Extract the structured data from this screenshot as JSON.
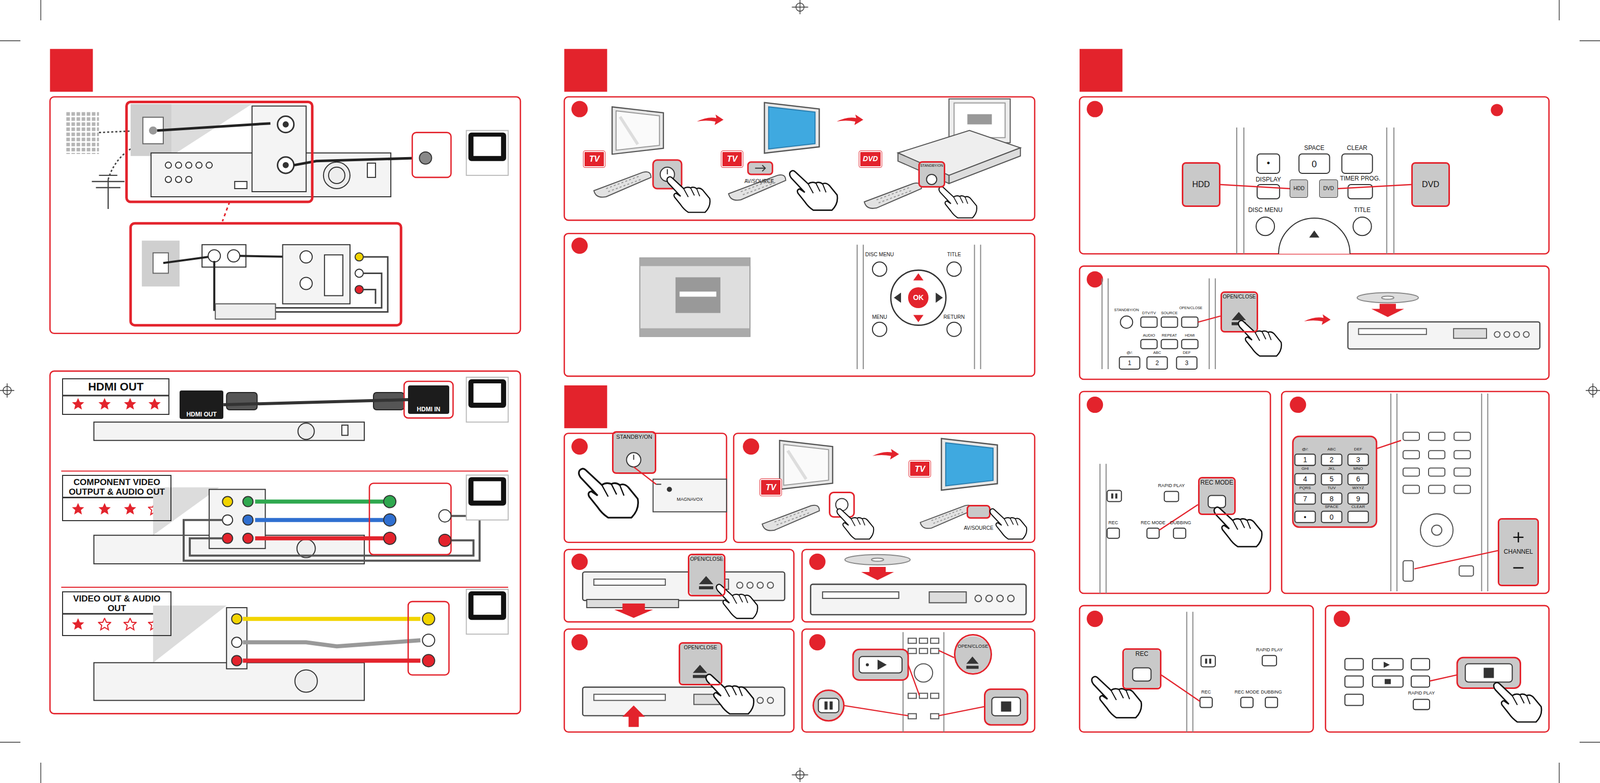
{
  "diagram": {
    "nodes": [
      {
        "text": [
          "HDMI OUT"
        ]
      },
      {
        "text": [
          "HDMI OUT"
        ]
      },
      {
        "text": [
          "HDMI IN"
        ]
      },
      {
        "text": [
          "COMPONENT VIDEO OUTPUT & AUDIO OUT"
        ]
      },
      {
        "text": [
          "VIDEO OUT & AUDIO OUT"
        ]
      },
      {
        "text": [
          "TV"
        ]
      },
      {
        "text": [
          "TV"
        ]
      },
      {
        "text": [
          "DVD"
        ]
      },
      {
        "text": [
          "OK"
        ]
      },
      {
        "text": [
          "TV"
        ]
      },
      {
        "text": [
          "TV"
        ]
      },
      {
        "text": [
          "HDD"
        ]
      },
      {
        "text": [
          "HDD"
        ]
      },
      {
        "text": [
          "DVD"
        ]
      },
      {
        "text": [
          "DVD"
        ]
      },
      {
        "text": [
          "OPEN/CLOSE"
        ]
      },
      {
        "text": [
          "REC MODE"
        ]
      },
      {
        "text": [
          "CHANNEL"
        ]
      },
      {
        "text": [
          "REC"
        ]
      },
      {
        "text": [
          "OPEN/CLOSE"
        ]
      },
      {
        "text": [
          "OPEN/CLOSE"
        ]
      },
      {
        "text": [
          "OPEN/CLOSE"
        ]
      },
      {
        "text": [
          "STANDBY/ON"
        ]
      },
      {
        "text": [
          "STANDBY/ON"
        ]
      }
    ],
    "edges": [
      {
        "from": 1,
        "to": 2,
        "arrow": "none"
      },
      {
        "from": 11,
        "to": 12,
        "arrow": "none"
      },
      {
        "from": 13,
        "to": 14,
        "arrow": "none"
      }
    ],
    "labels": [
      "AV/SOURCE",
      "AV/SOURCE",
      "DISC MENU",
      "TITLE",
      "MENU",
      "RETURN",
      "MAGNAVOX",
      "•",
      "SPACE",
      "0",
      "CLEAR",
      "DISPLAY",
      "TIMER PROG.",
      "DISC MENU",
      "TITLE",
      "STANDBY/ON",
      "DTV/TV",
      "SOURCE",
      "OPEN/CLOSE",
      "AUDIO",
      "REPEAT",
      "HDMI",
      "@/:",
      "ABC",
      "DEF",
      "1",
      "2",
      "3",
      "RAPID PLAY",
      "REC",
      "REC MODE",
      "DUBBING",
      "@/:",
      "ABC",
      "DEF",
      "1",
      "2",
      "3",
      "GHI",
      "JKL",
      "MNO",
      "4",
      "5",
      "6",
      "PQRS",
      "TUV",
      "WXYZ",
      "7",
      "8",
      "9",
      "•",
      "SPACE",
      "0",
      "CLEAR",
      "RAPID PLAY",
      "REC",
      "REC MODE",
      "DUBBING",
      "RAPID PLAY"
    ]
  }
}
